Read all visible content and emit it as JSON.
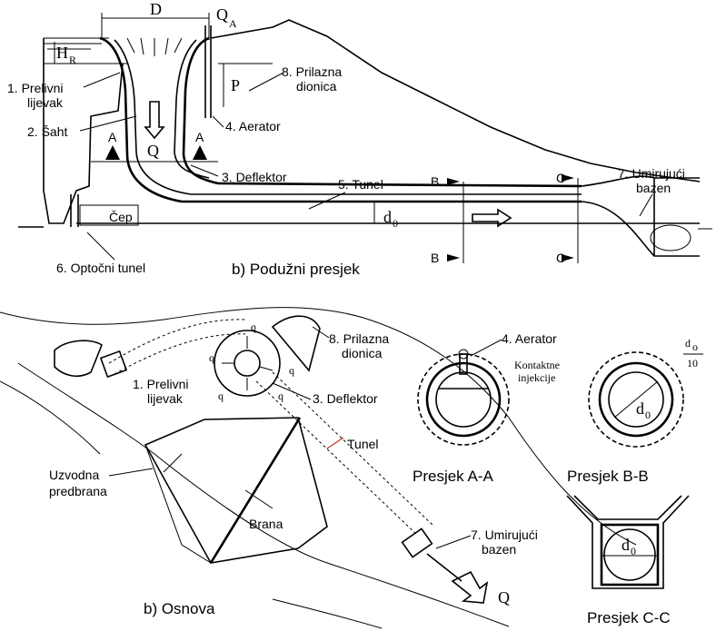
{
  "profile": {
    "symbol_D": "D",
    "symbol_QA": "Q",
    "symbol_QA_sub": "A",
    "symbol_HR": "H",
    "symbol_HR_sub": "R",
    "symbol_P": "P",
    "symbol_Q": "Q",
    "symbol_d0": "d",
    "symbol_d0_sub": "0",
    "label_1a": "1. Prelivni",
    "label_1b": "lijevak",
    "label_2": "2. Šaht",
    "label_3": "3. Deflektor",
    "label_4": "4. Aerator",
    "label_5": "5. Tunel",
    "label_6": "6. Optočni tunel",
    "label_7a": "7. Umirujući",
    "label_7b": "bazen",
    "label_8a": "8. Prilazna",
    "label_8b": "dionica",
    "label_cep": "Čep",
    "section_A": "A",
    "section_B": "B",
    "section_C": "C",
    "caption": "b) Podužni presjek"
  },
  "plan": {
    "label_8a": "8. Prilazna",
    "label_8b": "dionica",
    "label_1a": "1. Prelivni",
    "label_1b": "lijevak",
    "label_3": "3. Deflektor",
    "label_tunel": "Tunel",
    "label_uzvodna_a": "Uzvodna",
    "label_uzvodna_b": "predbrana",
    "label_brana": "Brana",
    "label_7a": "7. Umirujući",
    "label_7b": "bazen",
    "symbol_q": "q",
    "symbol_Q": "Q",
    "caption": "b) Osnova"
  },
  "sections": {
    "aa_label_aerator": "4. Aerator",
    "aa_label_inj_a": "Kontaktne",
    "aa_label_inj_b": "injekcije",
    "aa_caption": "Presjek A-A",
    "bb_caption": "Presjek B-B",
    "bb_frac_num": "d",
    "bb_frac_num_sub": "o",
    "bb_frac_den": "10",
    "bb_symbol": "d",
    "bb_symbol_sub": "0",
    "cc_caption": "Presjek C-C",
    "cc_symbol": "d",
    "cc_symbol_sub": "0"
  }
}
